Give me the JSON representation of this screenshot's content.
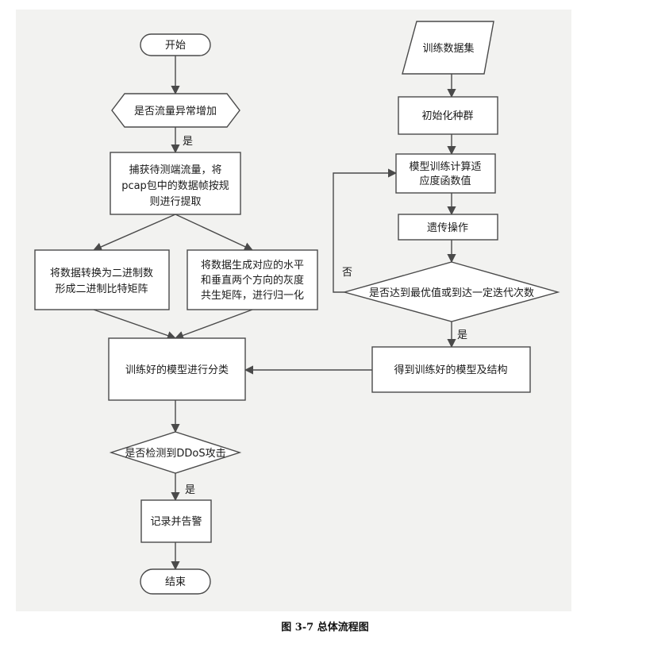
{
  "nodes": {
    "start": [
      "开始"
    ],
    "decision_traffic": [
      "是否流量异常增加"
    ],
    "capture": [
      "捕获待测端流量，将",
      "pcap包中的数据帧按规",
      "则进行提取"
    ],
    "convert_binary": [
      "将数据转换为二进制数",
      "形成二进制比特矩阵"
    ],
    "glcm": [
      "将数据生成对应的水平",
      "和垂直两个方向的灰度",
      "共生矩阵，进行归一化"
    ],
    "classify": [
      "训练好的模型进行分类"
    ],
    "decision_ddos": [
      "是否检测到DDoS攻击"
    ],
    "record_alert": [
      "记录并告警"
    ],
    "end": [
      "结束"
    ],
    "dataset": [
      "训练数据集"
    ],
    "init_population": [
      "初始化种群"
    ],
    "fitness": [
      "模型训练计算适",
      "应度函数值"
    ],
    "genetic_ops": [
      "遗传操作"
    ],
    "decision_optimal": [
      "是否达到最优值或到达一定迭代次数"
    ],
    "trained_model": [
      "得到训练好的模型及结构"
    ]
  },
  "edge_labels": {
    "traffic_yes": "是",
    "ddos_yes": "是",
    "optimal_no": "否",
    "optimal_yes": "是"
  },
  "caption": "图 3-7  总体流程图"
}
